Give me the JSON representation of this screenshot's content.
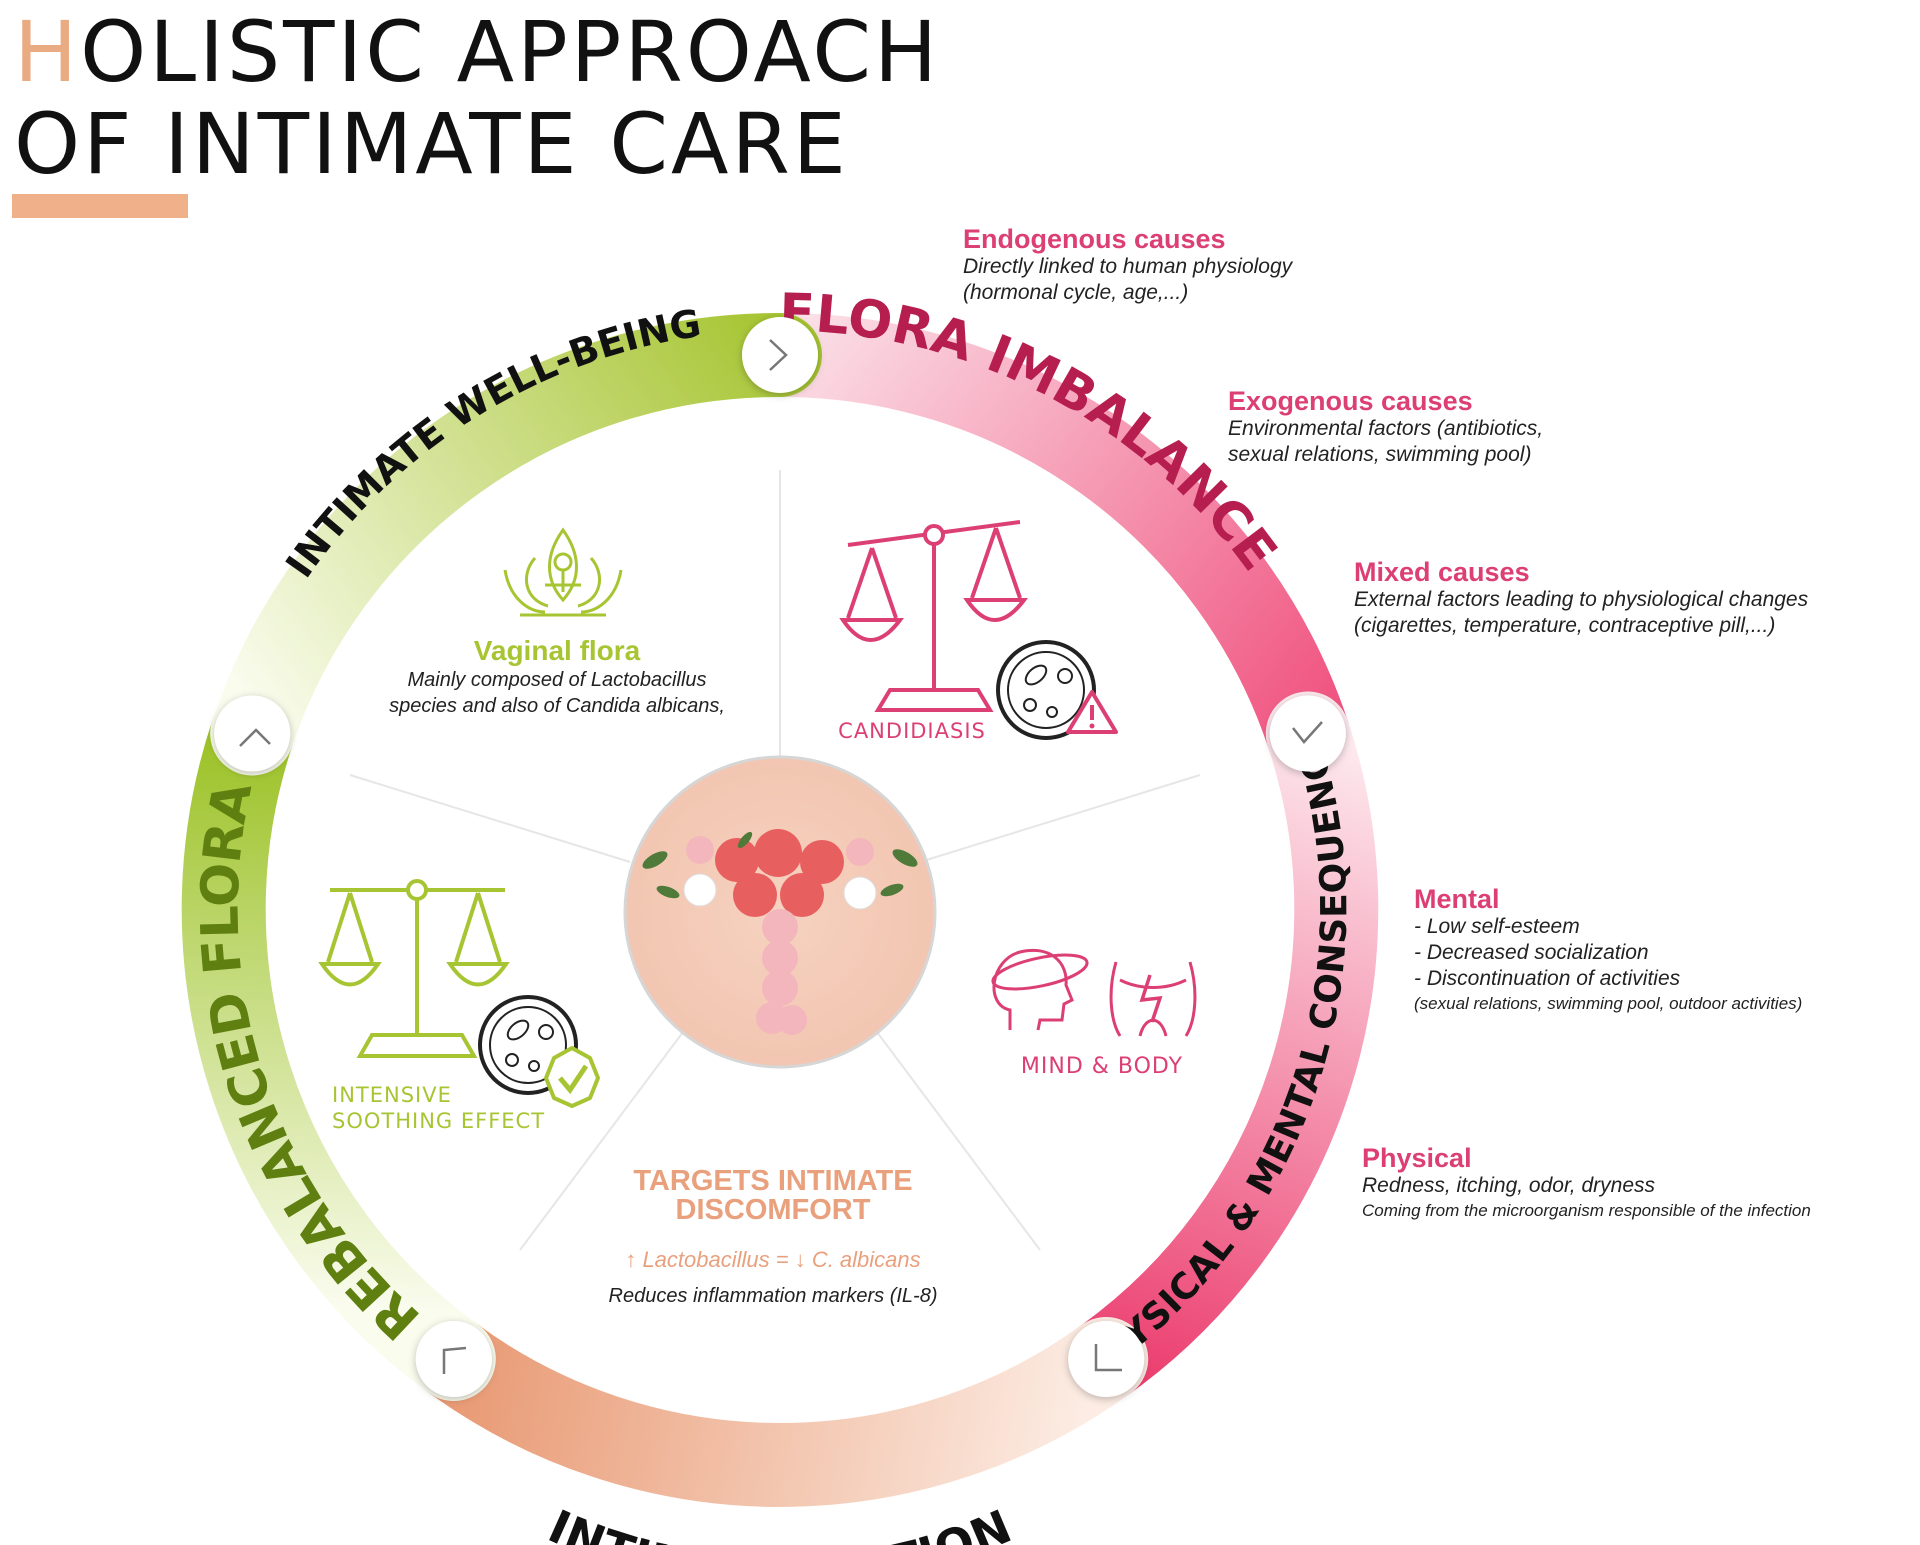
{
  "title": {
    "first_letter": "H",
    "line1_rest": "OLISTIC APPROACH",
    "line2": "OF INTIMATE CARE"
  },
  "colors": {
    "accent_peach": "#efb08a",
    "pink": "#dc3f73",
    "green": "#a7c533",
    "dark_green": "#6b8e12",
    "salmon": "#e9a07d"
  },
  "wheel": {
    "segments": [
      {
        "label": "FLORA IMBALANCE"
      },
      {
        "label": "PHYSICAL & MENTAL CONSEQUENCES"
      },
      {
        "label": "INTIMYS® ACTION"
      },
      {
        "label": "REBALANCED FLORA"
      },
      {
        "label": "INTIMATE WELL-BEING"
      }
    ],
    "arrow_icon": "chevron-icon"
  },
  "inner": {
    "vaginal_flora": {
      "title": "Vaginal flora",
      "line1": "Mainly composed of Lactobacillus",
      "line2": "species and also of Candida albicans,"
    },
    "candidiasis": {
      "label": "CANDIDIASIS"
    },
    "mind_body": {
      "label": "MIND & BODY"
    },
    "soothing": {
      "line1": "INTENSIVE",
      "line2": "SOOTHING EFFECT"
    },
    "targets": {
      "line1": "TARGETS INTIMATE",
      "line2": "DISCOMFORT",
      "formula": "↑ Lactobacillus = ↓ C. albicans",
      "note": "Reduces inflammation markers (IL-8)"
    },
    "center_image": "flower-uterus-photo"
  },
  "causes": {
    "endogenous": {
      "title": "Endogenous causes",
      "line1": "Directly linked to human physiology",
      "line2": "(hormonal cycle, age,...)"
    },
    "exogenous": {
      "title": "Exogenous causes",
      "line1": "Environmental factors (antibiotics,",
      "line2": "sexual relations, swimming pool)"
    },
    "mixed": {
      "title": "Mixed causes",
      "line1": "External factors leading to physiological changes",
      "line2": "(cigarettes, temperature, contraceptive pill,...)"
    },
    "mental": {
      "title": "Mental",
      "items": [
        "- Low self-esteem",
        "- Decreased socialization",
        "- Discontinuation of activities"
      ],
      "note": "(sexual relations, swimming pool, outdoor activities)"
    },
    "physical": {
      "title": "Physical",
      "line1": "Redness, itching, odor, dryness",
      "line2": "Coming from the microorganism responsible of the infection"
    }
  }
}
